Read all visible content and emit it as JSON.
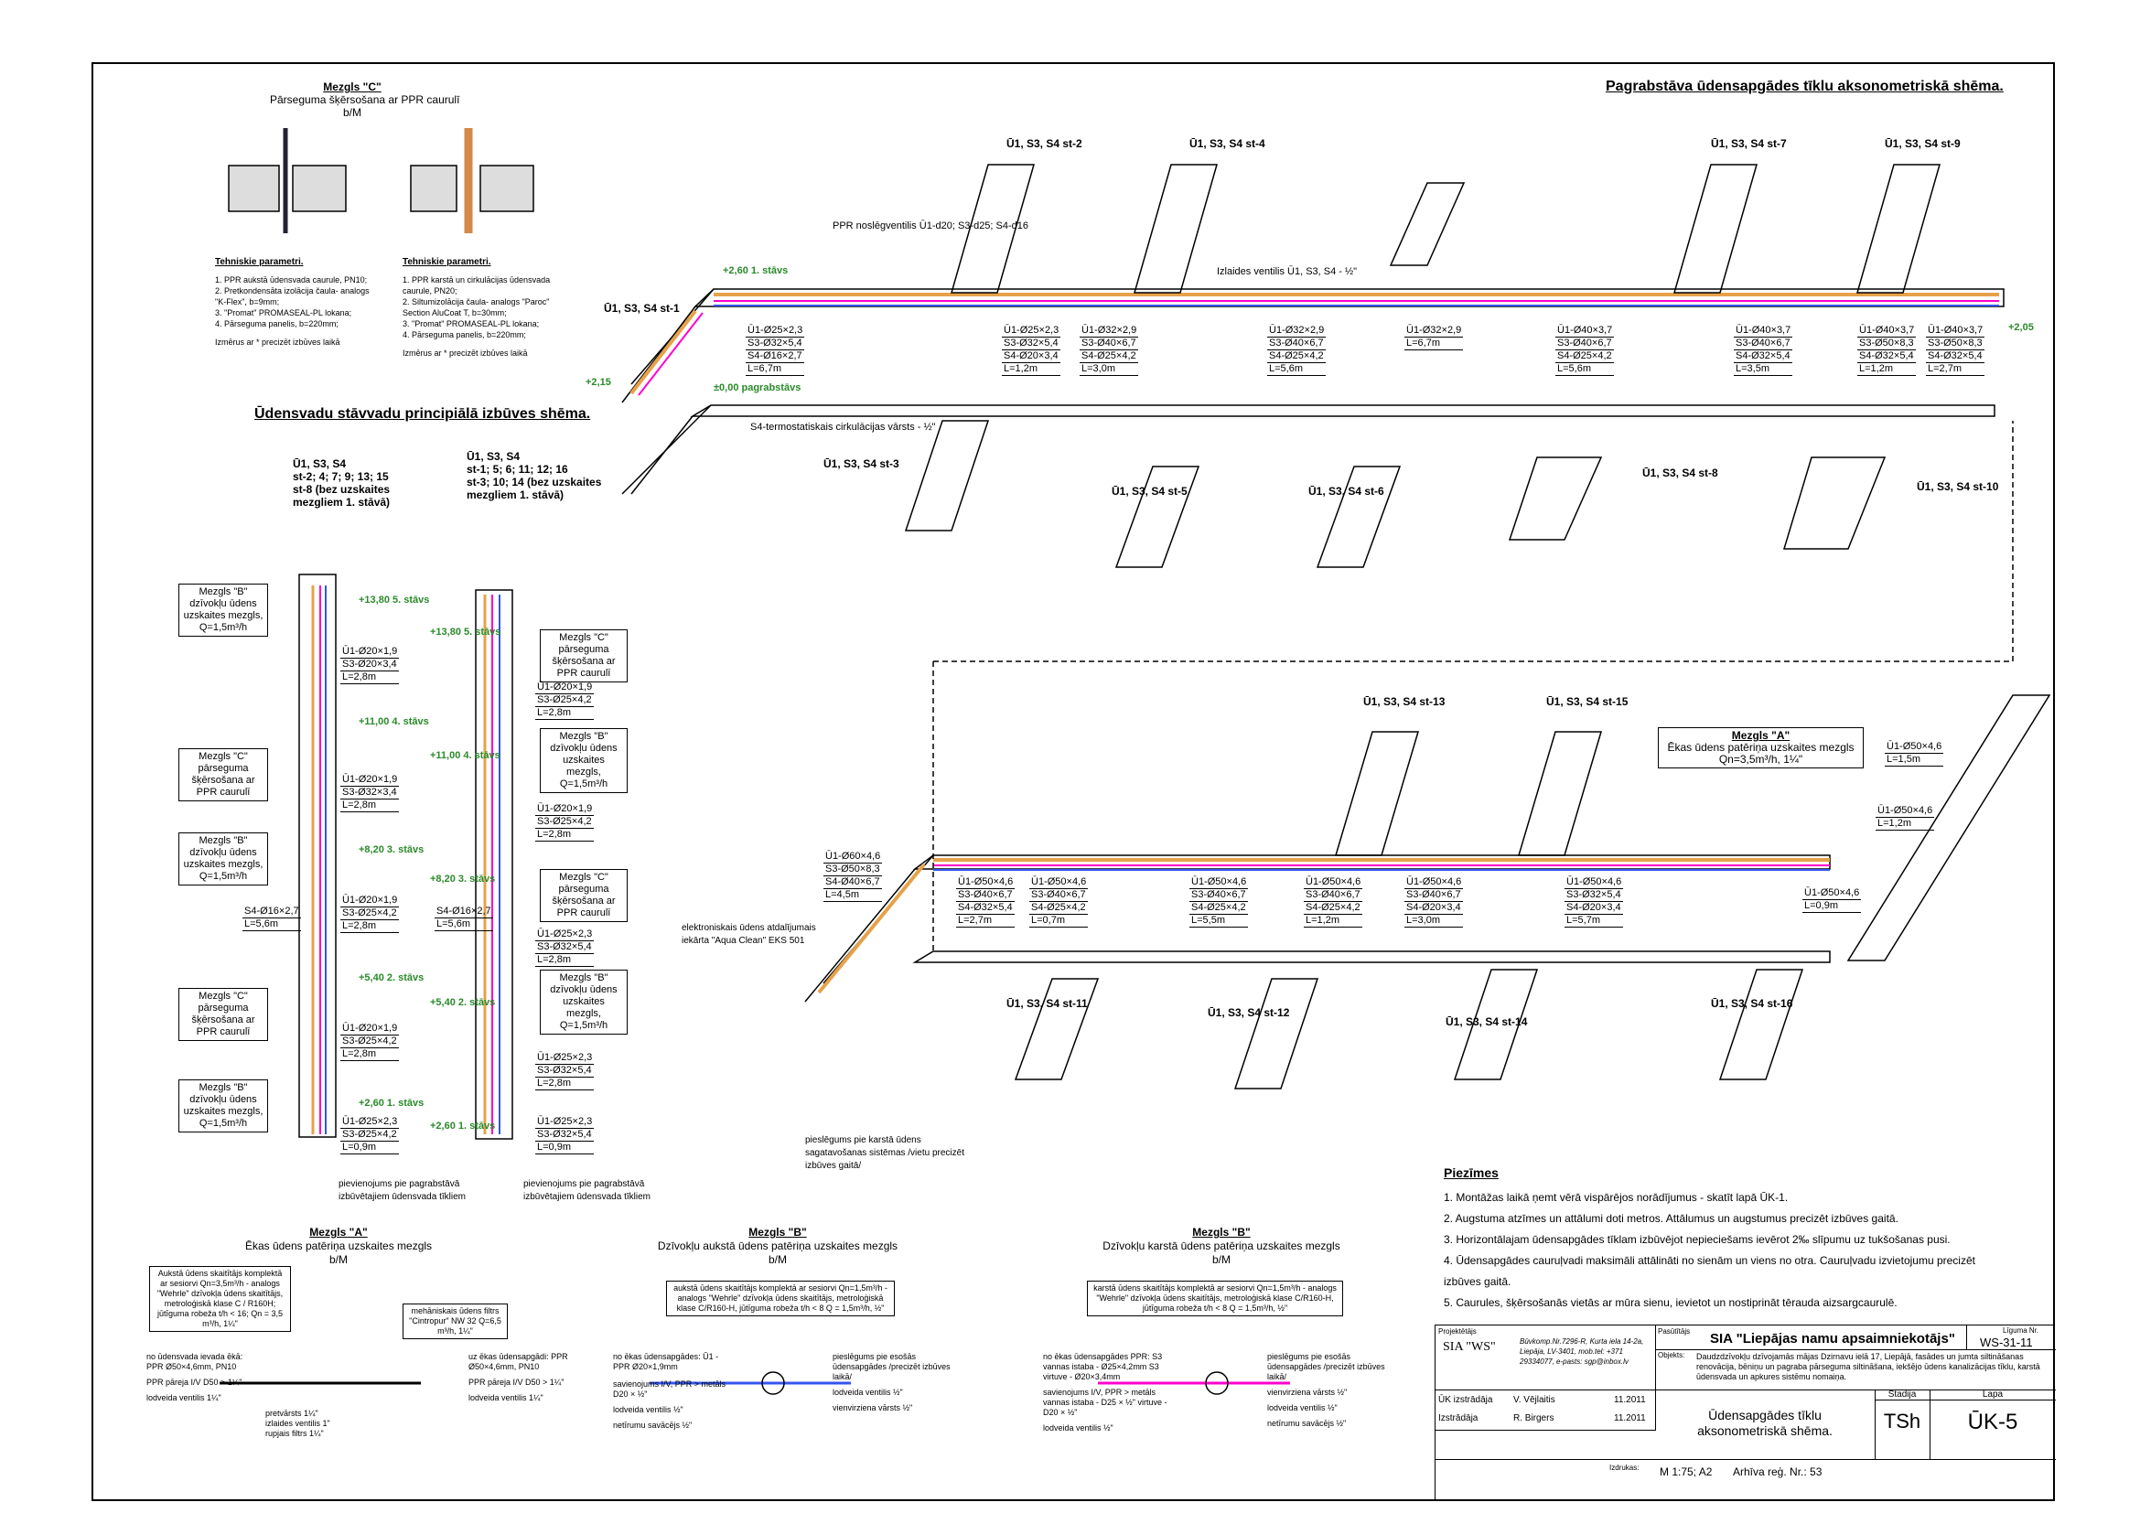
{
  "main_title": "Pagrabstāva ūdensapgādes tīklu aksonometriskā shēma.",
  "riser_title": "Ūdensvadu stāvvadu principiālā izbūves shēma.",
  "node_c": {
    "title": "Mezgls \"C\"",
    "subtitle": "Pārseguma šķērsošana ar PPR caurulī",
    "scale": "b/M",
    "left_heading": "Tehniskie parametri.",
    "left_items": [
      "1.  PPR aukstā ūdensvada caurule, PN10;",
      "2.  Pretkondensāta izolācija čaula- analogs \"K-Flex\", b=9mm;",
      "3.  \"Promat\" PROMASEAL-PL lokana;",
      "4.  Pārseguma panelis, b=220mm;"
    ],
    "left_note": "Izmērus ar * precizēt izbūves laikā",
    "right_heading": "Tehniskie parametri.",
    "right_items": [
      "1.  PPR karstā un cirkulācijas ūdensvada caurule, PN20;",
      "2.  Siltumizolācija čaula- analogs \"Paroc\" Section AluCoat T, b=30mm;",
      "3.  \"Promat\" PROMASEAL-PL lokana;",
      "4.  Pārseguma panelis, b=220mm;"
    ],
    "right_note": "Izmērus ar * precizēt izbūves laikā"
  },
  "riser_left": {
    "header_lines": [
      "Ū1, S3, S4",
      "st-2; 4; 7; 9; 13; 15",
      "st-8 (bez uzskaites",
      "mezgliem 1. stāvā)"
    ],
    "levels": [
      "+13,80 5. stāvs",
      "+11,00 4. stāvs",
      "+8,20 3. stāvs",
      "+5,40 2. stāvs",
      "+2,60 1. stāvs"
    ],
    "boxes": [
      "Mezgls \"B\" dzīvokļu ūdens uzskaites mezgls, Q=1,5m³/h",
      "Mezgls \"C\" pārseguma šķērsošana ar PPR caurulī",
      "Mezgls \"B\" dzīvokļu ūdens uzskaites mezgls, Q=1,5m³/h",
      "Mezgls \"C\" pārseguma šķērsošana ar PPR caurulī",
      "Mezgls \"B\" dzīvokļu ūdens uzskaites mezgls, Q=1,5m³/h"
    ],
    "specs": [
      [
        "Ū1-Ø20×1,9",
        "S3-Ø20×3,4",
        "L=2,8m"
      ],
      [
        "Ū1-Ø20×1,9",
        "S3-Ø32×3,4",
        "L=2,8m"
      ],
      [
        "Ū1-Ø20×1,9",
        "S3-Ø25×4,2",
        "L=2,8m"
      ],
      [
        "S4-Ø16×2,7",
        "L=5,6m"
      ],
      [
        "Ū1-Ø20×1,9",
        "S3-Ø25×4,2",
        "L=2,8m"
      ],
      [
        "Ū1-Ø25×2,3",
        "S3-Ø25×4,2",
        "L=0,9m"
      ]
    ],
    "connection": "pievienojums pie pagrabstāvā izbūvētajiem ūdensvada tīkliem"
  },
  "riser_right": {
    "header_lines": [
      "Ū1, S3, S4",
      "st-1; 5; 6; 11; 12; 16",
      "st-3; 10; 14 (bez uzskaites",
      "mezgliem 1. stāvā)"
    ],
    "levels": [
      "+13,80 5. stāvs",
      "+11,00 4. stāvs",
      "+8,20 3. stāvs",
      "+5,40 2. stāvs",
      "+2,60 1. stāvs"
    ],
    "boxes": [
      "Mezgls \"C\" pārseguma šķērsošana ar PPR caurulī",
      "Mezgls \"B\" dzīvokļu ūdens uzskaites mezgls, Q=1,5m³/h",
      "Mezgls \"C\" pārseguma šķērsošana ar PPR caurulī",
      "Mezgls \"B\" dzīvokļu ūdens uzskaites mezgls, Q=1,5m³/h"
    ],
    "specs": [
      [
        "Ū1-Ø20×1,9",
        "S3-Ø25×4,2",
        "L=2,8m"
      ],
      [
        "Ū1-Ø20×1,9",
        "S3-Ø25×4,2",
        "L=2,8m"
      ],
      [
        "S4-Ø16×2,7",
        "L=5,6m"
      ],
      [
        "Ū1-Ø25×2,3",
        "S3-Ø32×5,4",
        "L=2,8m"
      ],
      [
        "Ū1-Ø25×2,3",
        "S3-Ø32×5,4",
        "L=2,8m"
      ],
      [
        "Ū1-Ø25×2,3",
        "S3-Ø32×5,4",
        "L=0,9m"
      ]
    ],
    "connection": "pievienojums pie pagrabstāvā izbūvētajiem ūdensvada tīkliem"
  },
  "upper_scheme": {
    "main_specs": [
      [
        "Ū1-Ø25×2,3",
        "S3-Ø32×5,4",
        "S4-Ø16×2,7",
        "L=6,7m"
      ],
      [
        "Ū1-Ø25×2,3",
        "S3-Ø32×5,4",
        "S4-Ø20×3,4",
        "L=1,2m"
      ],
      [
        "Ū1-Ø32×2,9",
        "S3-Ø40×6,7",
        "S4-Ø25×4,2",
        "L=3,0m"
      ],
      [
        "Ū1-Ø32×2,9",
        "S3-Ø40×6,7",
        "S4-Ø25×4,2",
        "L=5,6m"
      ],
      [
        "Ū1-Ø32×2,9",
        "L=6,7m"
      ],
      [
        "Ū1-Ø40×3,7",
        "S3-Ø40×6,7",
        "S4-Ø25×4,2",
        "L=5,6m"
      ],
      [
        "Ū1-Ø40×3,7",
        "S3-Ø40×6,7",
        "S4-Ø32×5,4",
        "L=3,5m"
      ],
      [
        "Ū1-Ø40×3,7",
        "S3-Ø50×8,3",
        "S4-Ø32×5,4",
        "L=1,2m"
      ],
      [
        "Ū1-Ø40×3,7",
        "S3-Ø50×8,3",
        "S4-Ø32×5,4",
        "L=2,7m"
      ]
    ],
    "risers": [
      "Ū1, S3, S4 st-1",
      "Ū1, S3, S4 st-2",
      "Ū1, S3, S4 st-4",
      "Ū1, S3, S4 st-7",
      "Ū1, S3, S4 st-9",
      "Ū1, S3, S4 st-3",
      "Ū1, S3, S4 st-5",
      "Ū1, S3, S4 st-6",
      "Ū1, S3, S4 st-8",
      "Ū1, S3, S4 st-10"
    ],
    "notes": [
      "PPR noslēgventilis Ū1-d20; S3-d25; S4-d16",
      "S4-termostatiskais cirkulācijas vārsts - ½\"",
      "Izlaides ventilis Ū1, S3, S4 - ½\"",
      "±0,00 pagrabstāvs",
      "+2,60 1. stāvs",
      "+2,05",
      "+2,15"
    ]
  },
  "lower_scheme": {
    "main_specs": [
      [
        "Ū1-Ø60×4,6",
        "S3-Ø50×8,3",
        "S4-Ø40×6,7",
        "L=4,5m"
      ],
      [
        "Ū1-Ø50×4,6",
        "S3-Ø40×6,7",
        "S4-Ø32×5,4",
        "L=2,7m"
      ],
      [
        "Ū1-Ø50×4,6",
        "S3-Ø40×6,7",
        "S4-Ø25×4,2",
        "L=0,7m"
      ],
      [
        "Ū1-Ø50×4,6",
        "S3-Ø40×6,7",
        "S4-Ø25×4,2",
        "L=5,5m"
      ],
      [
        "Ū1-Ø50×4,6",
        "S3-Ø40×6,7",
        "S4-Ø25×4,2",
        "L=1,2m"
      ],
      [
        "Ū1-Ø50×4,6",
        "S3-Ø40×6,7",
        "S4-Ø20×3,4",
        "L=3,0m"
      ],
      [
        "Ū1-Ø50×4,6",
        "S3-Ø32×5,4",
        "S4-Ø20×3,4",
        "L=5,7m"
      ]
    ],
    "risers": [
      "Ū1, S3, S4 st-13",
      "Ū1, S3, S4 st-15",
      "Ū1, S3, S4 st-11",
      "Ū1, S3, S4 st-12",
      "Ū1, S3, S4 st-14",
      "Ū1, S3, S4 st-16"
    ],
    "meter_note": "elektroniskais ūdens atdalījumais iekārta \"Aqua Clean\" EKS 501",
    "mezgls_a": {
      "title": "Mezgls \"A\"",
      "line1": "Ēkas ūdens patēriņa uzskaites mezgls",
      "line2": "Qn=3,5m³/h, 1¼\""
    },
    "mezgls_a_specs": [
      [
        "Ū1-Ø50×4,6",
        "L=1,5m"
      ],
      [
        "Ū1-Ø50×4,6",
        "L=1,2m"
      ],
      [
        "Ū1-Ø50×4,6",
        "L=0,9m"
      ]
    ],
    "connection_note": "pieslēgums pie karstā ūdens sagatavošanas sistēmas /vietu precizēt izbūves gaitā/"
  },
  "bottom_details": {
    "a": {
      "title": "Mezgls \"A\"",
      "subtitle": "Ēkas ūdens patēriņa uzskaites mezgls",
      "scale": "b/M",
      "box": "Aukstā ūdens skaitītājs komplektā ar sesiorvi Qn=3,5m³/h - analogs \"Wehrle\" dzīvokļa ūdens skaitītājs, metroloģiskā klase C / R160H; jūtīguma robeža t/h < 16; Qn = 3,5 m³/h, 1¼\"",
      "filter_box": "mehāniskais ūdens filtrs \"Cintropur\" NW 32 Q=6,5 m³/h, 1¼\"",
      "labels": [
        "no ūdensvada ievada ēkā: PPR Ø50×4,6mm, PN10",
        "PPR pāreja I/V D50 > 1¼\"",
        "lodveida ventilis 1¼\"",
        "pretvārsts 1¼\"",
        "izlaides ventilis 1\"",
        "rupjais filtrs 1¼\"",
        "uz ēkas ūdensapgādi: PPR Ø50×4,6mm, PN10",
        "PPR pāreja I/V D50 > 1¼\"",
        "lodveida ventilis 1¼\""
      ]
    },
    "b1": {
      "title": "Mezgls \"B\"",
      "subtitle": "Dzīvokļu aukstā ūdens patēriņa uzskaites mezgls",
      "scale": "b/M",
      "box": "aukstā ūdens skaitītājs komplektā ar sesiorvi Qn=1,5m³/h - analogs \"Wehrle\" dzīvokļa ūdens skaitītājs, metroloģiskā klase C/R160-H, jūtīguma robeža t/h < 8 Q = 1,5m³/h, ½\"",
      "labels": [
        "no ēkas ūdensapgādes: Ū1 - PPR Ø20×1,9mm",
        "pieslēgums pie esošās ūdensapgādes /precizēt izbūves laikā/",
        "savienojums I/V, PPR > metāls D20 × ½\"",
        "lodveida ventilis ½\"",
        "netīrumu savācējs ½\"",
        "lodveida ventilis ½\"",
        "vienvirziena vārsts ½\""
      ]
    },
    "b2": {
      "title": "Mezgls \"B\"",
      "subtitle": "Dzīvokļu karstā ūdens patēriņa uzskaites mezgls",
      "scale": "b/M",
      "box": "karstā ūdens skaitītājs komplektā ar sesiorvi Qn=1,5m³/h - analogs \"Wehrle\" dzīvokļa ūdens skaitītājs, metroloģiskā klase C/R160-H, jūtīguma robeža t/h < 8 Q = 1,5m³/h, ½\"",
      "labels": [
        "no ēkas ūdensapgādes PPR: S3 vannas istaba - Ø25×4,2mm S3 virtuve - Ø20×3,4mm",
        "pieslēgums pie esošās ūdensapgādes /precizēt izbūves laikā/",
        "savienojums I/V, PPR > metāls vannas istaba - D25 × ½\" virtuve - D20 × ½\"",
        "lodveida ventilis ½\"",
        "netīrumu savācējs ½\"",
        "vienvirziena vārsts ½\"",
        "lodveida ventilis ½\""
      ]
    }
  },
  "notes": {
    "title": "Piezīmes",
    "items": [
      "1.  Montāžas laikā ņemt vērā vispārējos norādījumus - skatīt lapā ŪK-1.",
      "2.  Augstuma atzīmes un attālumi doti metros. Attālumus un augstumus precizēt izbūves gaitā.",
      "3.  Horizontālajam ūdensapgādes tīklam izbūvējot nepieciešams ievērot 2‰ slīpumu uz tukšošanas pusi.",
      "4.  Ūdensapgādes cauruļvadi maksimāli attālināti no sienām un viens no otra. Cauruļvadu izvietojumu precizēt",
      "     izbūves gaitā.",
      "5.  Caurules, šķērsošanās vietās ar mūra sienu, ievietot un nostiprināt tērauda aizsargcaurulē."
    ]
  },
  "title_block": {
    "designer_label": "Projektētājs",
    "designer": "SIA \"WS\"",
    "designer_info": "Būvkomp.Nr.7296-R, Kurta iela 14-2a, Liepāja, LV-3401, mob.tel: +371 29334077, e-pasts: sgp@inbox.lv",
    "client_label": "Pasūtītājs",
    "client": "SIA \"Liepājas namu apsaimniekotājs\"",
    "code_label": "Līguma Nr.",
    "code": "WS-31-11",
    "object_label": "Objekts:",
    "object": "Daudzdzīvokļu dzīvojamās mājas Dzirnavu ielā 17, Liepājā, fasādes un jumta siltināšanas renovācija, bēniņu un pagraba pārseguma siltināšana, iekšējo ūdens kanalizācijas tīklu, karstā ūdensvada un apkures sistēmu nomaiņa.",
    "role1": "ŪK izstrādāja",
    "name1": "V. Vējlaitis",
    "date1": "11.2011",
    "role2": "Izstrādāja",
    "name2": "R. Birgers",
    "date2": "11.2011",
    "drawing_title": "Ūdensapgādes tīklu aksonometriskā shēma.",
    "stage_label": "Stadija",
    "stage": "TSh",
    "sheet_label": "Lapa",
    "sheet": "ŪK-5",
    "scale_label": "Izdrukas:",
    "scale": "M 1:75; A2",
    "archive": "Arhīva reģ. Nr.: 53"
  }
}
